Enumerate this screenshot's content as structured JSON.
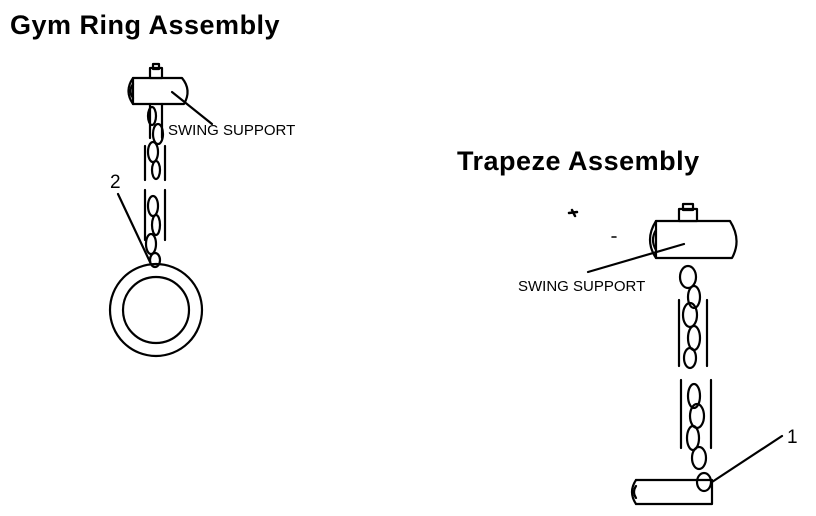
{
  "gym": {
    "title": "Gym  Ring  Assembly",
    "support_label": "SWING SUPPORT",
    "callout": "2"
  },
  "trapeze": {
    "title": "Trapeze  Assembly",
    "support_label": "SWING SUPPORT",
    "callout": "1"
  }
}
